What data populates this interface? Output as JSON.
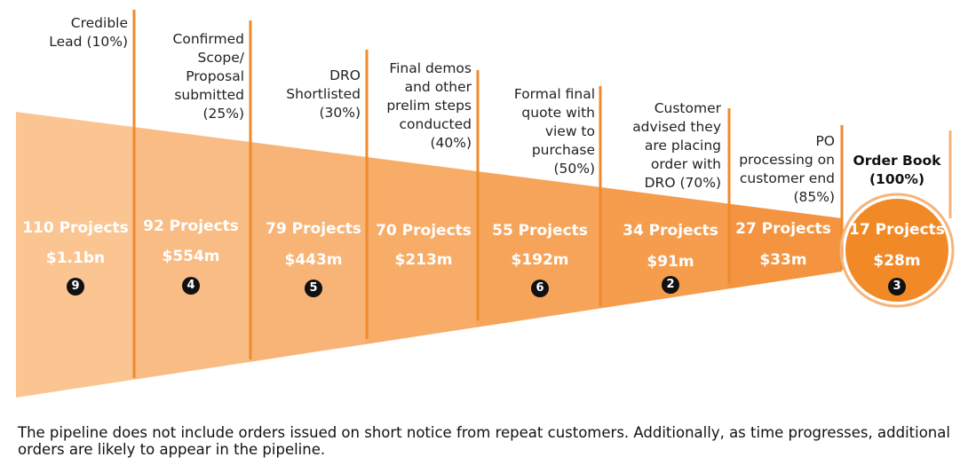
{
  "stages": [
    {
      "label": [
        "Credible",
        "Lead (10%)"
      ],
      "projects": "110 Projects",
      "value": "$1.1bn",
      "badge": "9"
    },
    {
      "label": [
        "Confirmed",
        "Scope/",
        "Proposal",
        "submitted",
        "(25%)"
      ],
      "projects": "92 Projects",
      "value": "$554m",
      "badge": "4"
    },
    {
      "label": [
        "DRO",
        "Shortlisted",
        "(30%)"
      ],
      "projects": "79 Projects",
      "value": "$443m",
      "badge": "5"
    },
    {
      "label": [
        "Final demos",
        "and other",
        "prelim steps",
        "conducted",
        "(40%)"
      ],
      "projects": "70 Projects",
      "value": "$213m",
      "badge": ""
    },
    {
      "label": [
        "Formal final",
        "quote with",
        "view to",
        "purchase",
        "(50%)"
      ],
      "projects": "55 Projects",
      "value": "$192m",
      "badge": "6"
    },
    {
      "label": [
        "Customer",
        "advised they",
        "are placing",
        "order with",
        "DRO (70%)"
      ],
      "projects": "34 Projects",
      "value": "$91m",
      "badge": "2"
    },
    {
      "label": [
        "PO",
        "processing on",
        "customer end",
        "(85%)"
      ],
      "projects": "27 Projects",
      "value": "$33m",
      "badge": ""
    },
    {
      "label": [
        "Order Book",
        "(100%)"
      ],
      "projects": "17 Projects",
      "value": "$28m",
      "badge": "3"
    }
  ],
  "footnote": "The pipeline does not include orders issued on short notice from repeat customers. Additionally, as time progresses, additional orders are likely to appear in the pipeline.",
  "colors": {
    "segments": [
      "#fbc592",
      "#f9bc84",
      "#f8b476",
      "#f7ac68",
      "#f6a45a",
      "#f59c4d",
      "#f49440"
    ],
    "divider": "#f08a2c",
    "final_circle": "#f18a26",
    "final_ring": "#f6b47a"
  }
}
